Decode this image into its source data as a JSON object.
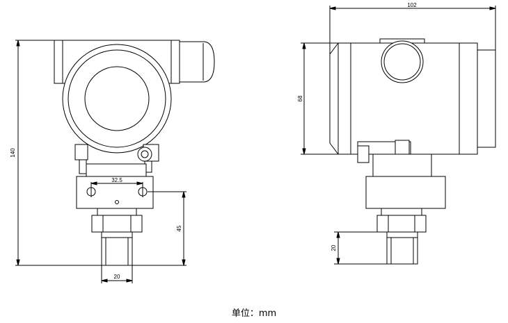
{
  "dimensions": {
    "front_height": "140",
    "front_hole_spacing": "32.5",
    "front_lower_height": "45",
    "front_bottom_width": "20",
    "side_width": "102",
    "side_height": "68",
    "side_bottom_height": "20"
  },
  "unit_label": "单位：mm",
  "colors": {
    "line": "#000000",
    "background": "#ffffff"
  }
}
